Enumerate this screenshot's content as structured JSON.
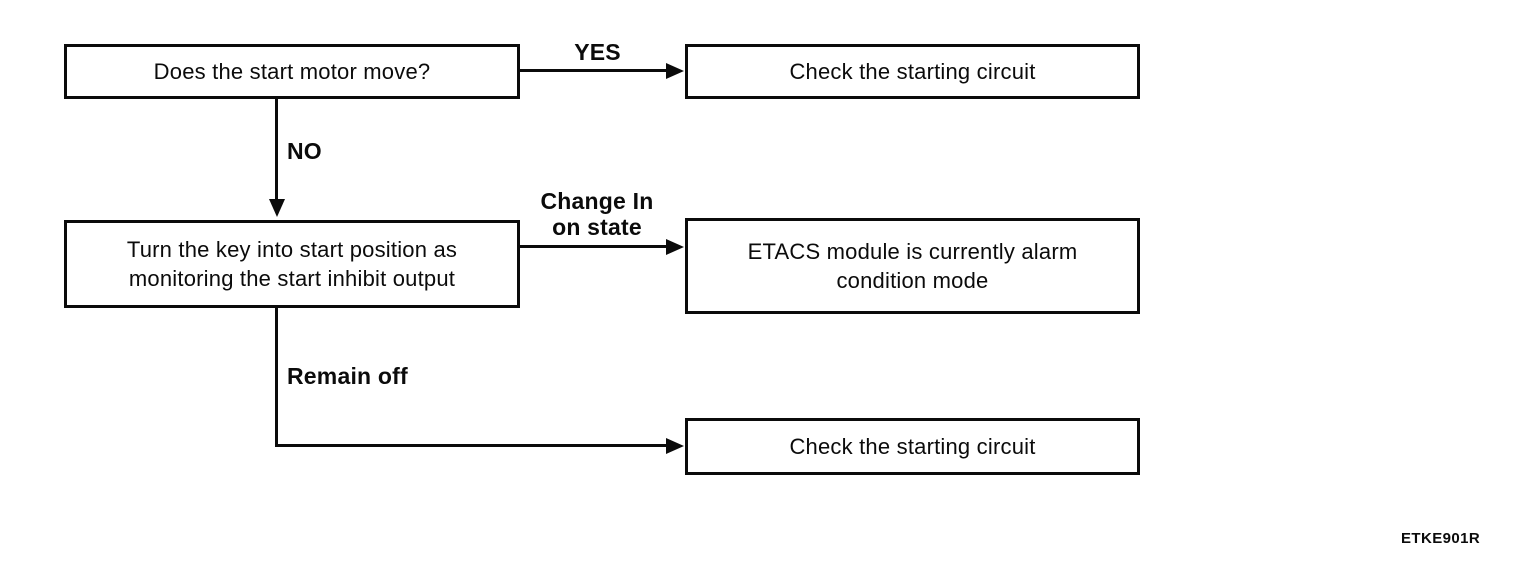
{
  "figure_code": "ETKE901R",
  "flowchart": {
    "nodes": [
      {
        "id": "start-motor-question",
        "label": "Does the start motor move?"
      },
      {
        "id": "check-starting-circuit-top",
        "label": "Check the starting circuit"
      },
      {
        "id": "turn-key-instruction",
        "label": "Turn the key into start position as monitoring the start inhibit output"
      },
      {
        "id": "etacs-alarm-result",
        "label": "ETACS module is currently alarm condition mode"
      },
      {
        "id": "check-starting-circuit-bottom",
        "label": "Check the starting circuit"
      }
    ],
    "edge_labels": {
      "yes": "YES",
      "no": "NO",
      "change": "Change In\non state",
      "remain": "Remain off"
    },
    "colors": {
      "ink": "#0b0b0b",
      "background": "#ffffff"
    }
  }
}
